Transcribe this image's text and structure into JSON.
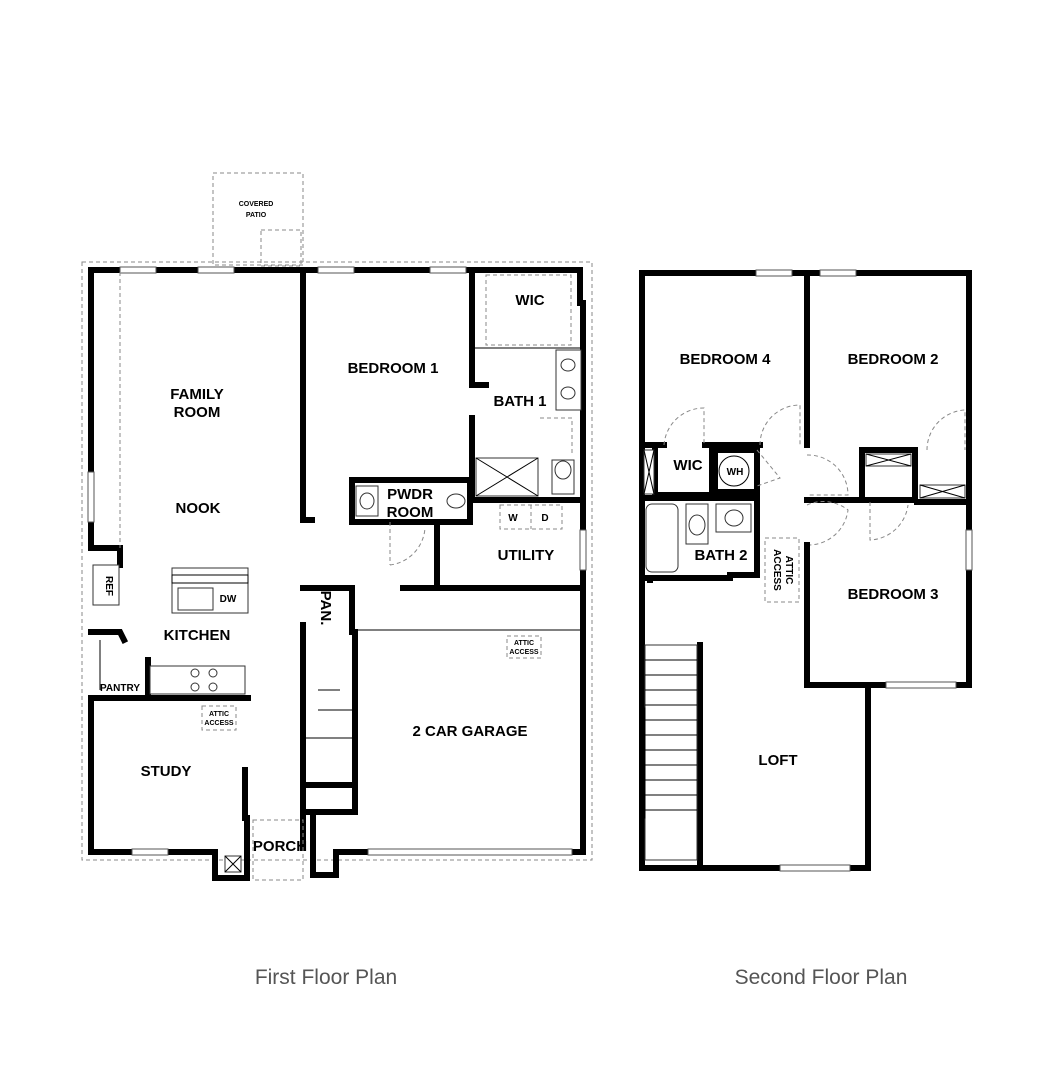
{
  "first_floor": {
    "caption": "First Floor Plan",
    "covered_patio": [
      "COVERED",
      "PATIO"
    ],
    "family_room": [
      "FAMILY",
      "ROOM"
    ],
    "nook": "NOOK",
    "kitchen": "KITCHEN",
    "ref": "REF",
    "dw": "DW",
    "pantry": "PANTRY",
    "study": "STUDY",
    "attic_access_study": [
      "ATTIC",
      "ACCESS"
    ],
    "porch": "PORCH",
    "pan": "PAN.",
    "bedroom_1": "BEDROOM 1",
    "wic": "WIC",
    "bath_1": "BATH 1",
    "pwdr_room": [
      "PWDR",
      "ROOM"
    ],
    "washer": "W",
    "dryer": "D",
    "utility": "UTILITY",
    "attic_access_garage": [
      "ATTIC",
      "ACCESS"
    ],
    "garage": "2 CAR GARAGE"
  },
  "second_floor": {
    "caption": "Second Floor Plan",
    "bedroom_4": "BEDROOM 4",
    "bedroom_2": "BEDROOM 2",
    "bedroom_3": "BEDROOM 3",
    "wic": "WIC",
    "wh": "WH",
    "bath_2": "BATH 2",
    "attic_access": [
      "ATTIC",
      "ACCESS"
    ],
    "loft": "LOFT"
  }
}
